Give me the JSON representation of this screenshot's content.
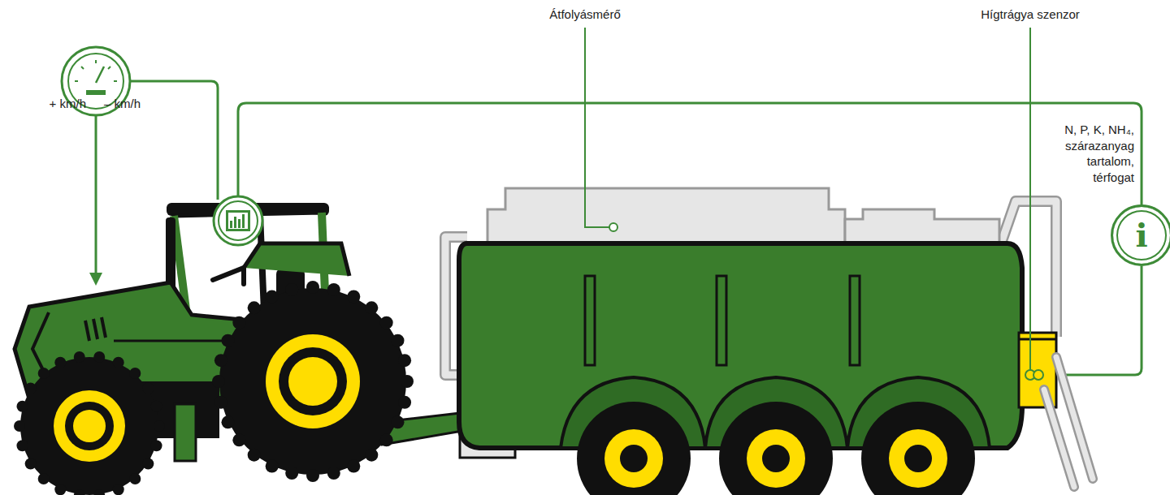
{
  "diagram": {
    "nodes": [
      {
        "text": [
          "i"
        ]
      }
    ],
    "labels": [
      "Átfolyásmérő",
      "Hígtrágya szenzor",
      "+ km/h",
      "– km/h",
      "N, P, K, NH₄, szárazanyag tartalom, térfogat"
    ]
  }
}
